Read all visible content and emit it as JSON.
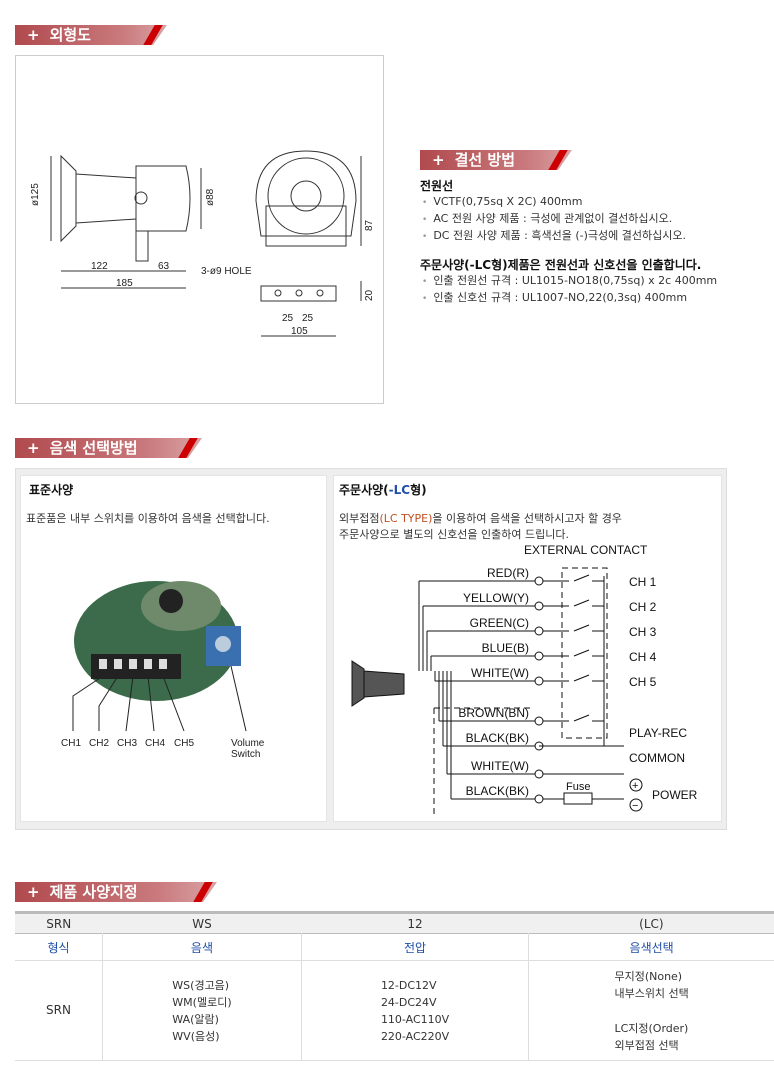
{
  "sections": {
    "outline": "외형도",
    "wiring": "결선 방법",
    "tone": "음색 선택방법",
    "spec": "제품 사양지정"
  },
  "outline_dims": {
    "d125": "ø125",
    "d88": "ø88",
    "l122": "122",
    "l63": "63",
    "l185": "185",
    "hole": "3-ø9  HOLE",
    "h87": "87",
    "h20": "20",
    "w25a": "25",
    "w25b": "25",
    "w105": "105"
  },
  "wiring": {
    "power_title": "전원선",
    "power_items": [
      "VCTF(0,75sq X 2C) 400mm",
      "AC 전원 사양 제품 : 극성에 관계없이 결선하십시오.",
      "DC 전원 사양 제품 : 흑색선을 (-)극성에 결선하십시오."
    ],
    "lc_title": "주문사양(-LC형)제품은 전원선과 신호선을 인출합니다.",
    "lc_items": [
      "인출 전원선 규격 : UL1015-NO18(0,75sq) x 2c 400mm",
      "인출 신호선 규격 : UL1007-NO,22(0,3sq) 400mm"
    ]
  },
  "tone": {
    "std_title": "표준사양",
    "std_desc": "표준품은 내부 스위치를 이용하여 음색을 선택합니다.",
    "pcb_labels": [
      "CH1",
      "CH2",
      "CH3",
      "CH4",
      "CH5"
    ],
    "volume": "Volume",
    "switch": "Switch",
    "lc_title_a": "주문사양(",
    "lc_title_b": "-LC",
    "lc_title_c": "형)",
    "lc_desc_a": "외부접점",
    "lc_desc_b": "(LC TYPE)",
    "lc_desc_c": "을 이용하여 음색을 선택하시고자 할 경우",
    "lc_desc2": "주문사양으로 별도의 신호선을 인출하여 드립니다.",
    "diagram": {
      "ext": "EXTERNAL  CONTACT",
      "wires": [
        "RED(R)",
        "YELLOW(Y)",
        "GREEN(C)",
        "BLUE(B)",
        "WHITE(W)",
        "BROWN(BN)",
        "BLACK(BK)",
        "WHITE(W)",
        "BLACK(BK)"
      ],
      "ch": [
        "CH 1",
        "CH 2",
        "CH 3",
        "CH 4",
        "CH 5"
      ],
      "playrec": "PLAY-REC",
      "common": "COMMON",
      "power": "POWER",
      "fuse": "Fuse",
      "plus": "+",
      "minus": "−"
    }
  },
  "spec": {
    "codes": [
      "SRN",
      "WS",
      "12",
      "(LC)"
    ],
    "labels": [
      "형식",
      "음색",
      "전압",
      "음색선택"
    ],
    "model": "SRN",
    "tones": [
      "WS(경고음)",
      "WM(멜로디)",
      "WA(알람)",
      "WV(음성)"
    ],
    "voltages": [
      "12-DC12V",
      "24-DC24V",
      "110-AC110V",
      "220-AC220V"
    ],
    "select": [
      "무지정(None)",
      "내부스위치 선택",
      "LC지정(Order)",
      "외부접점 선택"
    ]
  },
  "colors": {
    "accent": "#b04a4e",
    "label_blue": "#1f4fa8"
  }
}
